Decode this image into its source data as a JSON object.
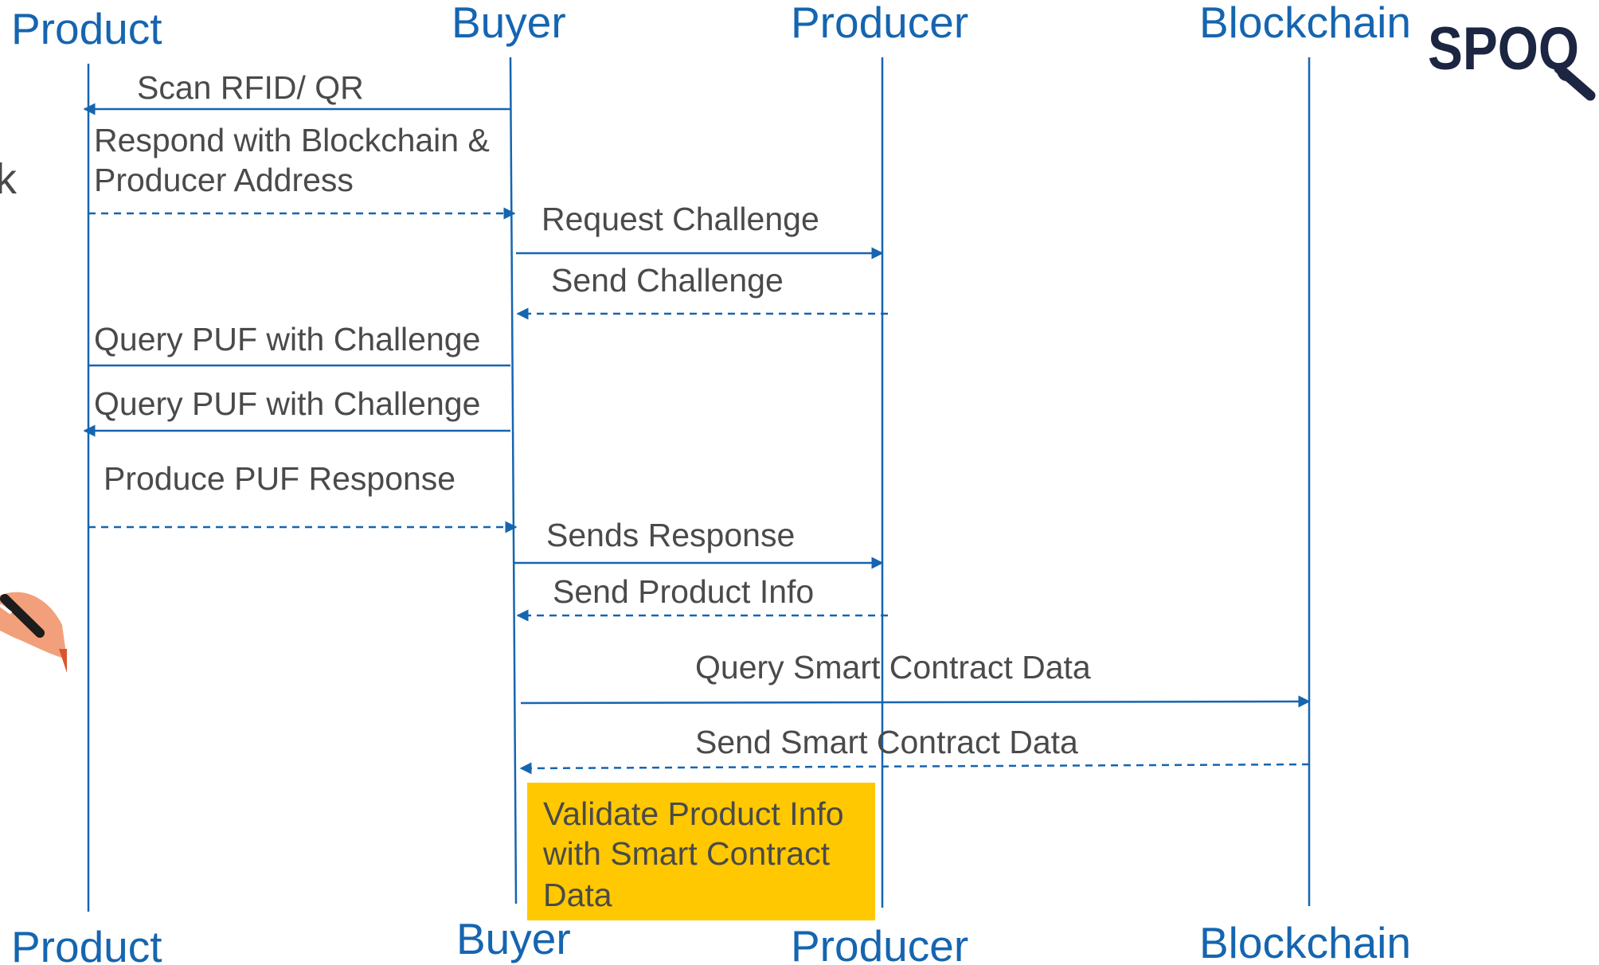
{
  "actors": {
    "product": "Product",
    "buyer": "Buyer",
    "producer": "Producer",
    "blockchain": "Blockchain"
  },
  "messages": {
    "scan": "Scan RFID/ QR",
    "respond_line1": "Respond with Blockchain &",
    "respond_line2": "Producer Address",
    "request_challenge": "Request Challenge",
    "send_challenge": "Send Challenge",
    "query_puf_1": "Query PUF with Challenge",
    "query_puf_2": "Query PUF with Challenge",
    "produce_puf": "Produce PUF Response",
    "sends_response": "Sends Response",
    "send_product_info": "Send Product Info",
    "query_smart_contract": "Query Smart Contract Data",
    "send_smart_contract": "Send Smart Contract Data"
  },
  "note": {
    "line1": "Validate Product Info",
    "line2": "with Smart Contract",
    "line3": "Data",
    "color": "#ffc800"
  },
  "logo": {
    "text": "SPOQ",
    "icon": "magnifier-icon",
    "color": "#1c2541"
  },
  "colors": {
    "accent": "#1565b0",
    "text": "#4a4a4a"
  },
  "fragments": {
    "cropped_letter": "k"
  }
}
